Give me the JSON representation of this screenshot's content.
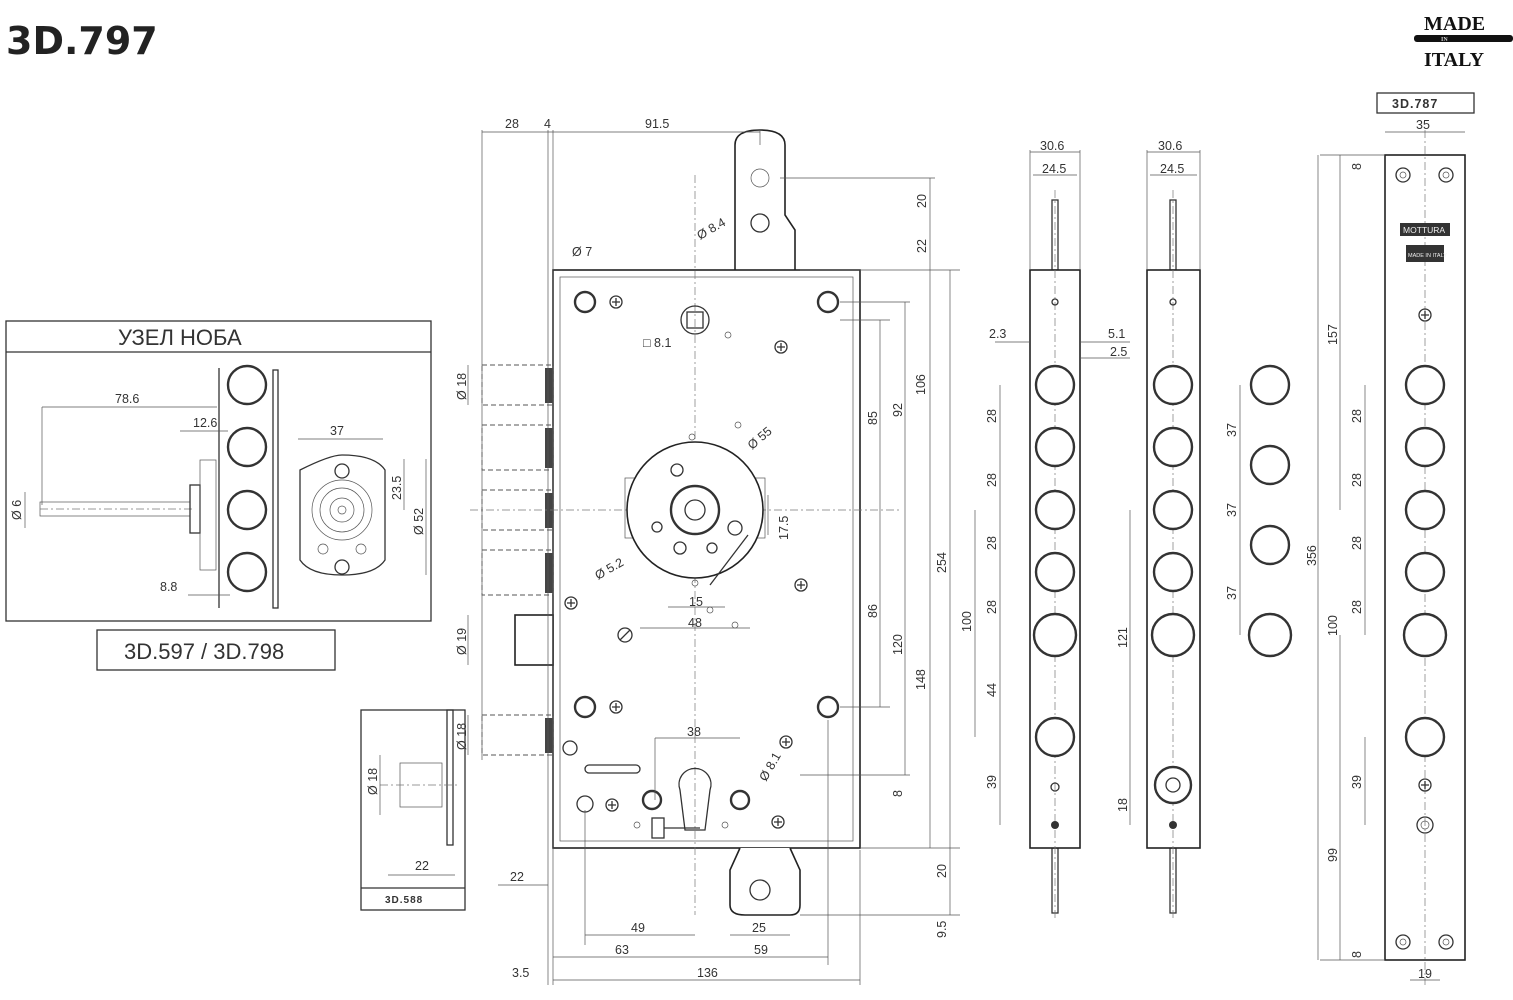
{
  "title": "3D.797",
  "logo": {
    "made": "MADE",
    "in": "IN",
    "italy": "ITALY"
  },
  "inset": {
    "title": "УЗЕЛ НОБА",
    "caption": "3D.597 / 3D.798",
    "dims": [
      "78.6",
      "12.6",
      "8.8",
      "Ø 6",
      "37",
      "23.5",
      "Ø 52"
    ]
  },
  "small_inset": {
    "caption": "3D.588",
    "dims": [
      "Ø 18",
      "22"
    ]
  },
  "lock": {
    "dims": [
      "28",
      "4",
      "91.5",
      "Ø 7",
      "Ø 8.4",
      "20",
      "22",
      "□ 8.1",
      "85",
      "92",
      "106",
      "254",
      "Ø 55",
      "17.5",
      "Ø 5.2",
      "15",
      "48",
      "Ø 18",
      "Ø 19",
      "Ø 18",
      "86",
      "120",
      "148",
      "38",
      "Ø 8.1",
      "8",
      "22",
      "20",
      "9.5",
      "49",
      "25",
      "63",
      "59",
      "3.5",
      "136"
    ]
  },
  "rod1": {
    "dims": [
      "30.6",
      "24.5",
      "2.3",
      "5.1",
      "2.5",
      "28",
      "28",
      "28",
      "28",
      "100",
      "44",
      "39"
    ]
  },
  "rod2": {
    "dims": [
      "30.6",
      "24.5",
      "121",
      "18"
    ]
  },
  "rollers": {
    "dims": [
      "37",
      "37",
      "37"
    ]
  },
  "strip": {
    "label": "3D.787",
    "marks": [
      "MOTTURA",
      "MADE IN ITALY"
    ],
    "dims": [
      "35",
      "8",
      "157",
      "28",
      "28",
      "28",
      "28",
      "356",
      "100",
      "39",
      "99",
      "8",
      "19"
    ]
  }
}
